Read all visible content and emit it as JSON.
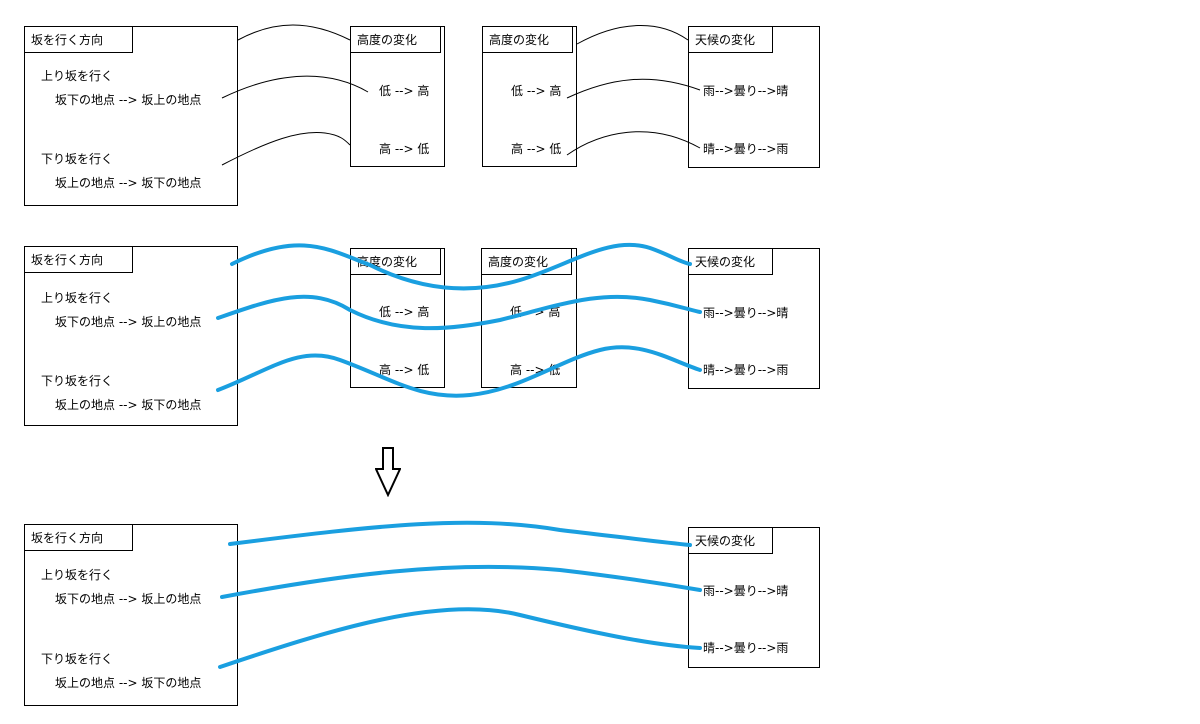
{
  "colors": {
    "connector_blue": "#1a9fe0",
    "connector_thin": "#000000",
    "border": "#000000"
  },
  "direction_box": {
    "title": "坂を行く方向",
    "uphill": "上り坂を行く",
    "uphill_detail": "坂下の地点 --> 坂上の地点",
    "downhill": "下り坂を行く",
    "downhill_detail": "坂上の地点 --> 坂下の地点"
  },
  "altitude_box": {
    "title": "高度の変化",
    "low_to_high": "低 --> 高",
    "high_to_low": "高 --> 低"
  },
  "weather_box": {
    "title": "天候の変化",
    "rain_to_clear": "雨-->曇り-->晴",
    "clear_to_rain": "晴-->曇り-->雨"
  },
  "arrow_icon": "down-arrow-icon"
}
